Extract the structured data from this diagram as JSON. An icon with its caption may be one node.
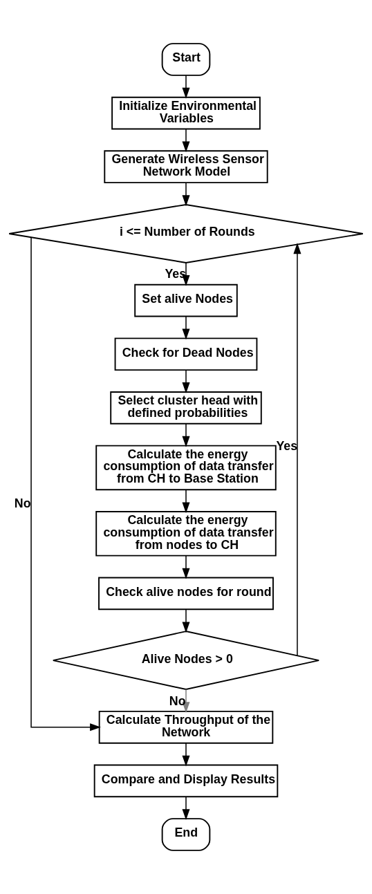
{
  "diagram": {
    "nodes": [
      {
        "text": [
          "Start"
        ]
      },
      {
        "text": [
          "Initialize Environmental Variables"
        ]
      },
      {
        "text": [
          "Generate Wireless Sensor Network Model"
        ]
      },
      {
        "text": [
          "i <= Number of Rounds"
        ]
      },
      {
        "text": [
          "Set alive Nodes"
        ]
      },
      {
        "text": [
          "Check for Dead Nodes"
        ]
      },
      {
        "text": [
          "Select cluster head with defined probabilities"
        ]
      },
      {
        "text": [
          "Calculate the energy consumption of data transfer from CH to Base Station"
        ]
      },
      {
        "text": [
          "Calculate the energy consumption of data transfer from nodes to CH"
        ]
      },
      {
        "text": [
          "Check alive nodes for round"
        ]
      },
      {
        "text": [
          "Alive Nodes > 0"
        ]
      },
      {
        "text": [
          "Calculate Throughput of the Network"
        ]
      },
      {
        "text": [
          "Compare and Display Results"
        ]
      },
      {
        "text": [
          "End"
        ]
      }
    ],
    "edges": [
      {
        "from": 0,
        "to": 1,
        "arrow": "to"
      },
      {
        "from": 1,
        "to": 2,
        "arrow": "to"
      },
      {
        "from": 2,
        "to": 3,
        "arrow": "to"
      },
      {
        "from": 3,
        "to": 4,
        "arrow": "to",
        "label": "Yes"
      },
      {
        "from": 4,
        "to": 5,
        "arrow": "to"
      },
      {
        "from": 5,
        "to": 6,
        "arrow": "to"
      },
      {
        "from": 6,
        "to": 7,
        "arrow": "to"
      },
      {
        "from": 7,
        "to": 8,
        "arrow": "to"
      },
      {
        "from": 8,
        "to": 9,
        "arrow": "to"
      },
      {
        "from": 9,
        "to": 10,
        "arrow": "to"
      },
      {
        "from": 10,
        "to": 3,
        "arrow": "to",
        "label": "Yes"
      },
      {
        "from": 10,
        "to": 11,
        "arrow": "to",
        "label": "No",
        "color": "#808080"
      },
      {
        "from": 3,
        "to": 11,
        "arrow": "to",
        "label": "No"
      },
      {
        "from": 11,
        "to": 12,
        "arrow": "to"
      },
      {
        "from": 12,
        "to": 13,
        "arrow": "to"
      }
    ]
  }
}
